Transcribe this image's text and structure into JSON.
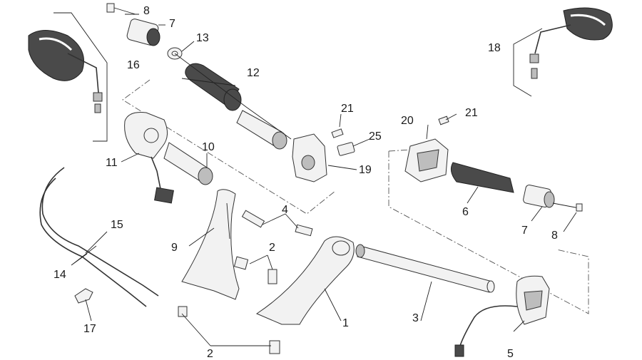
{
  "diagram": {
    "callouts": [
      {
        "id": "c8a",
        "text": "8"
      },
      {
        "id": "c7a",
        "text": "7"
      },
      {
        "id": "c13",
        "text": "13"
      },
      {
        "id": "c16",
        "text": "16"
      },
      {
        "id": "c12",
        "text": "12"
      },
      {
        "id": "c18",
        "text": "18"
      },
      {
        "id": "c21a",
        "text": "21"
      },
      {
        "id": "c21b",
        "text": "21"
      },
      {
        "id": "c20",
        "text": "20"
      },
      {
        "id": "c25",
        "text": "25"
      },
      {
        "id": "c11",
        "text": "11"
      },
      {
        "id": "c10",
        "text": "10"
      },
      {
        "id": "c19",
        "text": "19"
      },
      {
        "id": "c6",
        "text": "6"
      },
      {
        "id": "c7b",
        "text": "7"
      },
      {
        "id": "c8b",
        "text": "8"
      },
      {
        "id": "c15",
        "text": "15"
      },
      {
        "id": "c4",
        "text": "4"
      },
      {
        "id": "c9",
        "text": "9"
      },
      {
        "id": "c2a",
        "text": "2"
      },
      {
        "id": "c14",
        "text": "14"
      },
      {
        "id": "c17",
        "text": "17"
      },
      {
        "id": "c1",
        "text": "1"
      },
      {
        "id": "c3",
        "text": "3"
      },
      {
        "id": "c2b",
        "text": "2"
      },
      {
        "id": "c5",
        "text": "5"
      }
    ]
  }
}
